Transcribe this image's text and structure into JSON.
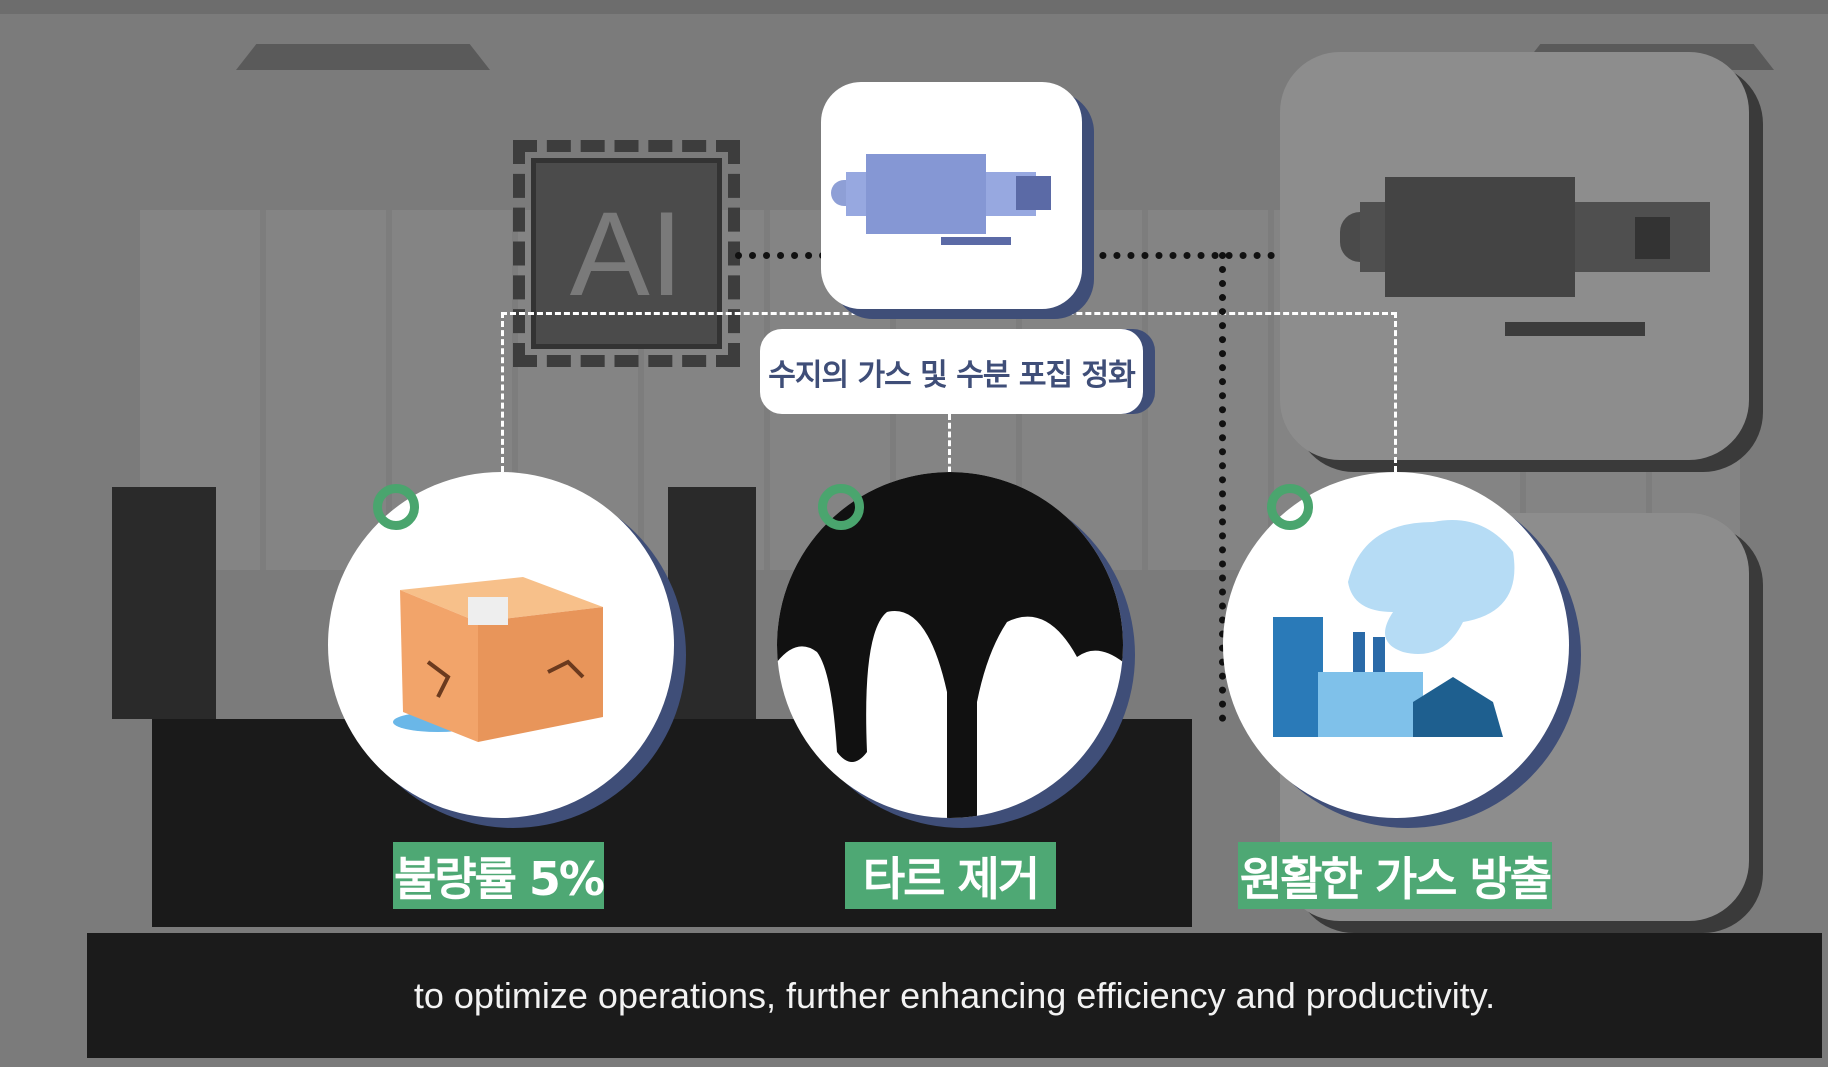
{
  "chip": {
    "label": "AI"
  },
  "callout": {
    "label": "수지의 가스 및 수분 포집 정화"
  },
  "benefits": [
    {
      "label": "불량률 5%",
      "icon": "damaged-box-icon"
    },
    {
      "label": "타르 제거",
      "icon": "tar-drip-icon"
    },
    {
      "label": "원활한 가스 방출",
      "icon": "factory-smoke-icon"
    }
  ],
  "subtitle": {
    "text": "to optimize operations, further enhancing efficiency and productivity."
  },
  "colors": {
    "accent_green": "#4ea874",
    "navy": "#3f4e78",
    "background": "#7b7b7b"
  }
}
